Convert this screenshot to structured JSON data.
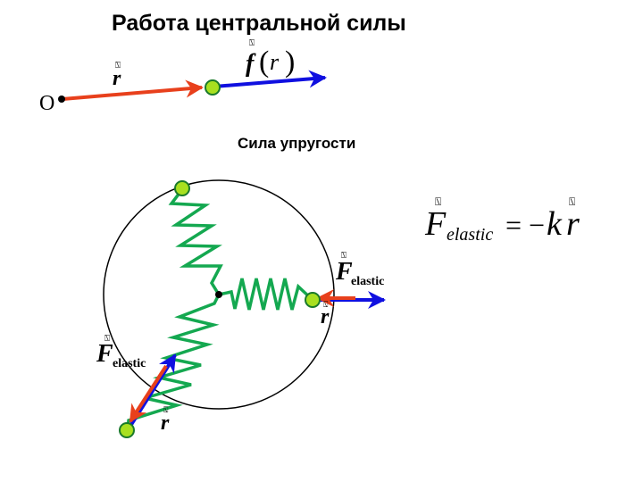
{
  "title": "Работа центральной силы",
  "subtitle": "Сила упругости",
  "origin_label": "O",
  "vector_r": "r",
  "force_f_symbol": "f",
  "force_f_paren_open": "(",
  "force_f_arg": "r",
  "force_f_paren_close": ")",
  "force_F": "F",
  "elastic_sub": "elastic",
  "formula": {
    "lhs": "F",
    "lhs_sub": "elastic",
    "eq": "=",
    "rhs_sign": "−",
    "rhs_k": "k",
    "rhs_r": "r"
  },
  "vector_mark": "⍂",
  "colors": {
    "radius_vector": "#e8401c",
    "force_vector": "#1010e0",
    "spring": "#14a850",
    "point_fill": "#a8e020",
    "point_stroke": "#1a7a2a",
    "circle": "#000000"
  }
}
